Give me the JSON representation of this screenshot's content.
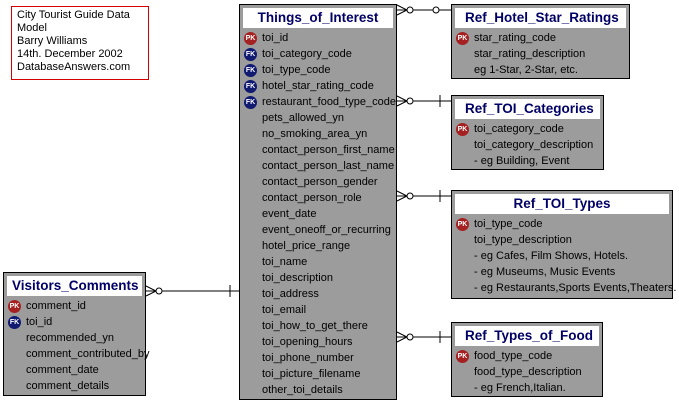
{
  "note": {
    "lines": [
      "City Tourist Guide Data",
      "Model",
      "Barry Williams",
      "14th. December 2002",
      "DatabaseAnswers.com"
    ]
  },
  "things": {
    "title": "Things_of_Interest",
    "rows": [
      {
        "key": "PK",
        "text": "toi_id"
      },
      {
        "key": "FK",
        "text": "toi_category_code"
      },
      {
        "key": "FK",
        "text": "toi_type_code"
      },
      {
        "key": "FK",
        "text": "hotel_star_rating_code"
      },
      {
        "key": "FK",
        "text": "restaurant_food_type_code"
      },
      {
        "key": "",
        "text": "pets_allowed_yn"
      },
      {
        "key": "",
        "text": "no_smoking_area_yn"
      },
      {
        "key": "",
        "text": "contact_person_first_name"
      },
      {
        "key": "",
        "text": "contact_person_last_name"
      },
      {
        "key": "",
        "text": "contact_person_gender"
      },
      {
        "key": "",
        "text": "contact_person_role"
      },
      {
        "key": "",
        "text": "event_date"
      },
      {
        "key": "",
        "text": "event_oneoff_or_recurring"
      },
      {
        "key": "",
        "text": "hotel_price_range"
      },
      {
        "key": "",
        "text": "toi_name"
      },
      {
        "key": "",
        "text": "toi_description"
      },
      {
        "key": "",
        "text": "toi_address"
      },
      {
        "key": "",
        "text": "toi_email"
      },
      {
        "key": "",
        "text": "toi_how_to_get_there"
      },
      {
        "key": "",
        "text": "toi_opening_hours"
      },
      {
        "key": "",
        "text": "toi_phone_number"
      },
      {
        "key": "",
        "text": "toi_picture_filename"
      },
      {
        "key": "",
        "text": "other_toi_details"
      }
    ]
  },
  "hotel": {
    "title": "Ref_Hotel_Star_Ratings",
    "rows": [
      {
        "key": "PK",
        "text": "star_rating_code"
      },
      {
        "key": "",
        "text": "star_rating_description"
      },
      {
        "key": "",
        "text": "eg 1-Star, 2-Star, etc."
      }
    ]
  },
  "categories": {
    "title": "Ref_TOI_Categories",
    "rows": [
      {
        "key": "PK",
        "text": "toi_category_code"
      },
      {
        "key": "",
        "text": "toi_category_description"
      },
      {
        "key": "",
        "text": "- eg Building, Event"
      }
    ]
  },
  "types": {
    "title": "Ref_TOI_Types",
    "rows": [
      {
        "key": "PK",
        "text": "toi_type_code"
      },
      {
        "key": "",
        "text": "toi_type_description"
      },
      {
        "key": "",
        "text": "- eg Cafes, Film Shows, Hotels."
      },
      {
        "key": "",
        "text": "- eg Museums, Music Events"
      },
      {
        "key": "",
        "text": "- eg Restaurants,Sports Events,Theaters."
      }
    ]
  },
  "food": {
    "title": "Ref_Types_of_Food",
    "rows": [
      {
        "key": "PK",
        "text": "food_type_code"
      },
      {
        "key": "",
        "text": "food_type_description"
      },
      {
        "key": "",
        "text": "- eg French,Italian."
      }
    ]
  },
  "visitors": {
    "title": "Visitors_Comments",
    "rows": [
      {
        "key": "PK",
        "text": "comment_id"
      },
      {
        "key": "FK",
        "text": "toi_id"
      },
      {
        "key": "",
        "text": "recommended_yn"
      },
      {
        "key": "",
        "text": "comment_contributed_by"
      },
      {
        "key": "",
        "text": "comment_date"
      },
      {
        "key": "",
        "text": "comment_details"
      }
    ]
  },
  "colors": {
    "entity_fill": "#9c9c9c",
    "title_text": "#000066",
    "pk_badge": "#a52020",
    "fk_badge": "#101a70",
    "note_border": "#d40000"
  }
}
